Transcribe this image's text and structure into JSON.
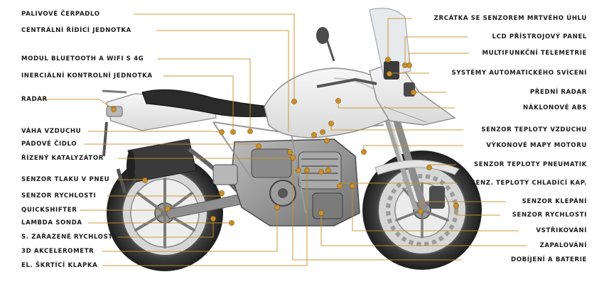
{
  "accent_color": "#c8902a",
  "left_labels": [
    "PALIVOVÉ ČERPADLO",
    "CENTRÁLNÍ ŘÍDÍCÍ JEDNOTKA",
    "MODUL BLUETOOTH A WIFI S 4G",
    "INERCIÁLNÍ KONTROLNÍ JEDNOTKA",
    "RADAR",
    "VÁHA VZDUCHU",
    "PÁDOVÉ ČIDLO",
    "ŘÍZENÝ KATALYZÁTOR",
    "SENZOR TLAKU V PNEU",
    "SENZOR RYCHLOSTI",
    "QUICKSHIFTER",
    "LAMBDA SONDA",
    "S. ZAŘAZENÉ RYCHLOSTI",
    "3D AKCELEROMETR",
    "EL. ŠKRTÍCÍ KLAPKA"
  ],
  "right_labels": [
    "ZRCÁTKA SE SENZOREM MRTVÉHO ÚHLU",
    "LCD PŘÍSTROJOVÝ PANEL",
    "MULTIFUNKČNÍ TELEMETRIE",
    "SYSTÉMY AUTOMATICKÉHO SVÍCENÍ",
    "PŘEDNÍ RADAR",
    "NÁKLONOVÉ ABS",
    "SENZOR TEPLOTY VZDUCHU",
    "VÝKONOVÉ MAPY MOTORU",
    "SENZOR TEPLOTY PNEUMATIK",
    "SENZ. TEPLOTY CHLADÍCÍ KAP.",
    "SENZOR KLEPÁNÍ",
    "SENZOR RYCHLOSTI",
    "VSTŘIKOVÁNÍ",
    "ZAPALOVÁNÍ",
    "DOBÍJENÍ A BATERIE"
  ]
}
